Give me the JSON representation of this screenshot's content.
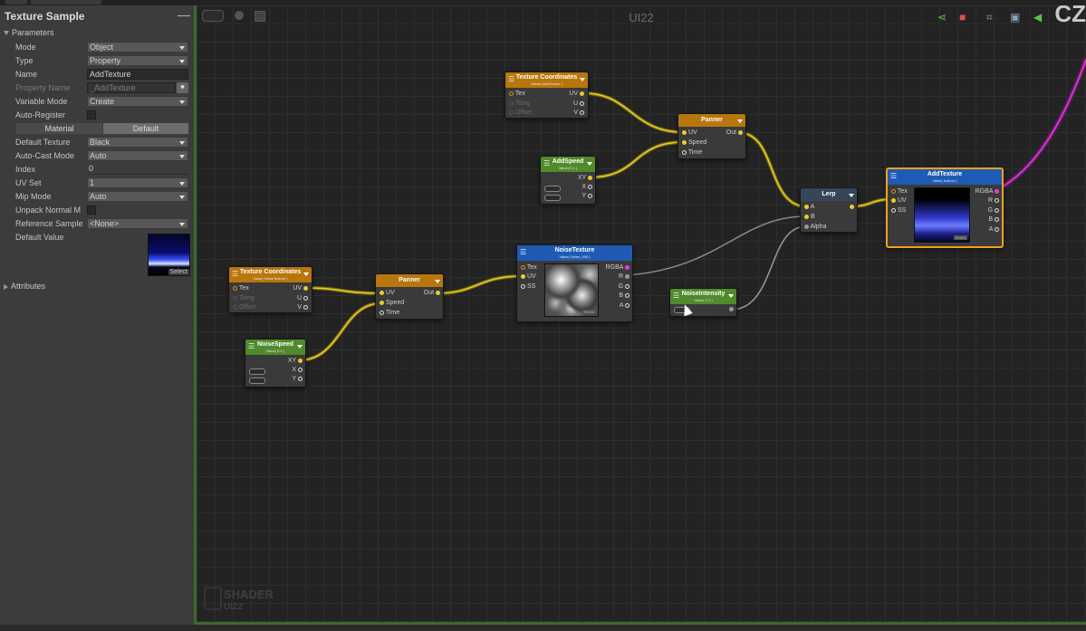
{
  "panel": {
    "title": "Texture Sample",
    "parameters_label": "Parameters",
    "attributes_label": "Attributes",
    "rows": [
      {
        "label": "Mode",
        "value": "Object",
        "kind": "dropdown"
      },
      {
        "label": "Type",
        "value": "Property",
        "kind": "dropdown"
      },
      {
        "label": "Name",
        "value": "AddTexture",
        "kind": "text"
      },
      {
        "label": "Property Name",
        "value": "_AddTexture",
        "kind": "disabled"
      },
      {
        "label": "Variable Mode",
        "value": "Create",
        "kind": "dropdown"
      },
      {
        "label": "Auto-Register",
        "value": "",
        "kind": "checkbox"
      },
      {
        "label": "",
        "value": "",
        "kind": "segmented"
      },
      {
        "label": "Default Texture",
        "value": "Black",
        "kind": "dropdown"
      },
      {
        "label": "Auto-Cast Mode",
        "value": "Auto",
        "kind": "dropdown"
      },
      {
        "label": "Index",
        "value": "0",
        "kind": "plain"
      },
      {
        "label": "UV Set",
        "value": "1",
        "kind": "dropdown"
      },
      {
        "label": "Mip Mode",
        "value": "Auto",
        "kind": "dropdown"
      },
      {
        "label": "Unpack Normal M",
        "value": "",
        "kind": "checkbox"
      },
      {
        "label": "Reference Sample",
        "value": "<None>",
        "kind": "dropdown"
      },
      {
        "label": "Default Value",
        "value": "",
        "kind": "label"
      }
    ],
    "segment_material": "Material",
    "segment_default": "Default",
    "select_label": "Select"
  },
  "graph": {
    "title": "UI22",
    "watermark_shader": "SHADER",
    "watermark_name": "UI22",
    "logo_text": "CZ"
  },
  "nodes": {
    "texcoord_top": {
      "title": "Texture Coordinates",
      "subtitle": "Value( AddTexture )",
      "inputs": [
        "Tex",
        "Tiling",
        "Offset"
      ],
      "outputs": [
        "UV",
        "U",
        "V"
      ]
    },
    "panner_top": {
      "title": "Panner",
      "inputs": [
        "UV",
        "Speed",
        "Time"
      ],
      "output": "Out"
    },
    "addspeed": {
      "title": "AddSpeed",
      "subtitle": "Value( 0,1 )",
      "outputs": [
        "XY",
        "X",
        "Y"
      ]
    },
    "lerp": {
      "title": "Lerp",
      "inputs": [
        "A",
        "B",
        "Alpha"
      ]
    },
    "addtexture": {
      "title": "AddTexture",
      "subtitle": "Value( bottom )",
      "inputs": [
        "Tex",
        "UV",
        "SS"
      ],
      "outputs": [
        "RGBA",
        "R",
        "G",
        "B",
        "A"
      ],
      "preview_label": "Select"
    },
    "texcoord_bottom": {
      "title": "Texture Coordinates",
      "subtitle": "Value( NoiseTexture )",
      "inputs": [
        "Tex",
        "Tiling",
        "Offset"
      ],
      "outputs": [
        "UV",
        "U",
        "V"
      ]
    },
    "panner_bottom": {
      "title": "Panner",
      "inputs": [
        "UV",
        "Speed",
        "Time"
      ],
      "output": "Out"
    },
    "noisespeed": {
      "title": "NoiseSpeed",
      "subtitle": "Value( 0,0 )",
      "outputs": [
        "XY",
        "X",
        "Y"
      ]
    },
    "noisetexture": {
      "title": "NoiseTexture",
      "subtitle": "Value( Noise_006 )",
      "inputs": [
        "Tex",
        "UV",
        "SS"
      ],
      "outputs": [
        "RGBA",
        "R",
        "G",
        "B",
        "A"
      ],
      "preview_label": "Select"
    },
    "noiseintensity": {
      "title": "NoiseIntensity",
      "subtitle": "Value( 0.1 )"
    }
  },
  "colors": {
    "texcoord_header": "#b8760c",
    "property_header": "#4f8a2b",
    "texture_header": "#1f5bb5",
    "lerp_header": "#35465a",
    "wire_uv": "#e6cf2e",
    "wire_rgba": "#e13fe0",
    "selection_outline": "#f0a21b"
  }
}
